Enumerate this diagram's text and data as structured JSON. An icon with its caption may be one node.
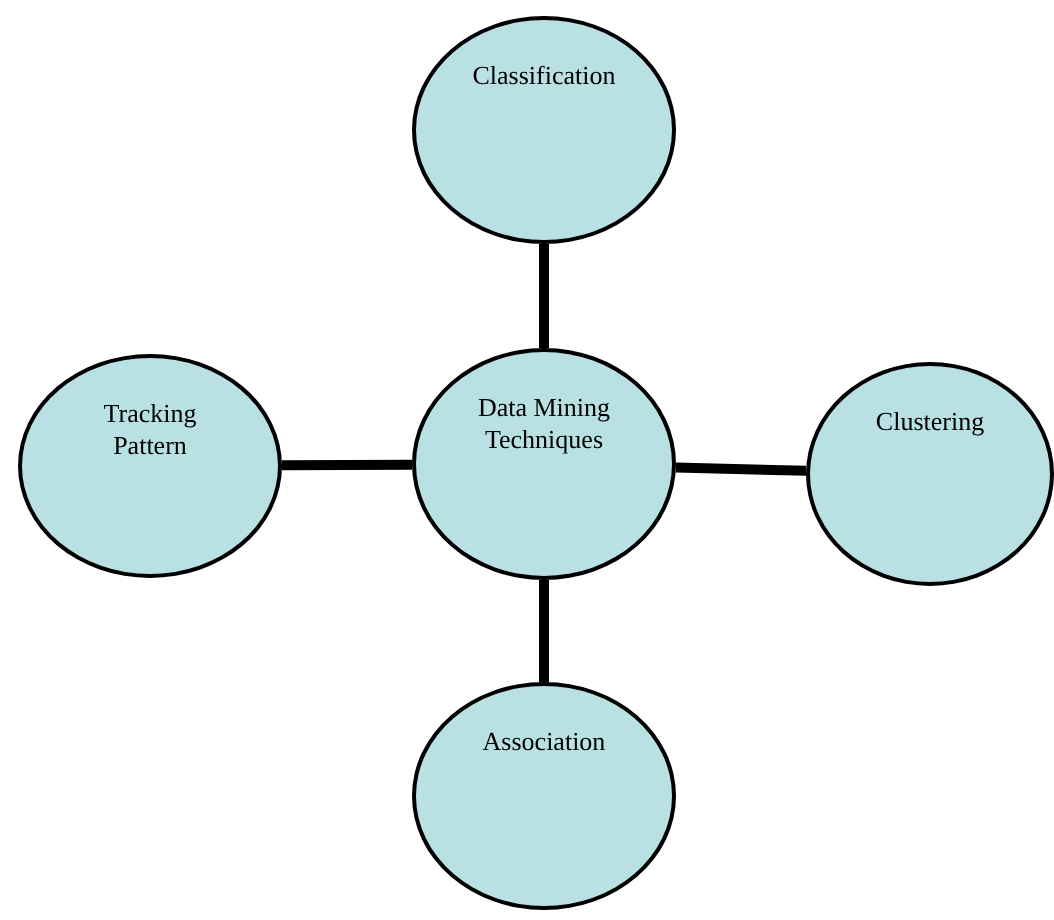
{
  "diagram": {
    "nodes": [
      {
        "text": [
          "Classification"
        ]
      },
      {
        "text": [
          "Tracking Pattern"
        ]
      },
      {
        "text": [
          "Data Mining Techniques"
        ]
      },
      {
        "text": [
          "Clustering"
        ]
      },
      {
        "text": [
          "Association"
        ]
      }
    ],
    "edges": [
      {
        "from": 2,
        "to": 0,
        "arrow": "none"
      },
      {
        "from": 2,
        "to": 1,
        "arrow": "none"
      },
      {
        "from": 2,
        "to": 3,
        "arrow": "none"
      },
      {
        "from": 2,
        "to": 4,
        "arrow": "none"
      }
    ]
  }
}
